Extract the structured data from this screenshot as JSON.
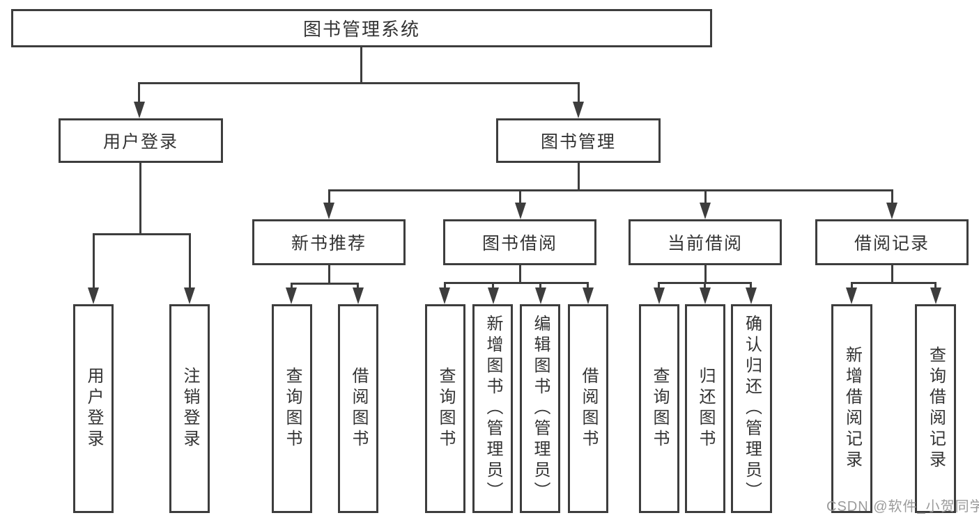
{
  "tree": {
    "root_label": "图书管理系统",
    "branches": [
      {
        "label": "用户登录",
        "children": [
          {
            "label": "用户登录"
          },
          {
            "label": "注销登录"
          }
        ]
      },
      {
        "label": "图书管理",
        "children": [
          {
            "label": "新书推荐",
            "children": [
              {
                "label": "查询图书"
              },
              {
                "label": "借阅图书"
              }
            ]
          },
          {
            "label": "图书借阅",
            "children": [
              {
                "label": "查询图书"
              },
              {
                "label": "新增图书（管理员）"
              },
              {
                "label": "编辑图书（管理员）"
              },
              {
                "label": "借阅图书"
              }
            ]
          },
          {
            "label": "当前借阅",
            "children": [
              {
                "label": "查询图书"
              },
              {
                "label": "归还图书"
              },
              {
                "label": "确认归还（管理员）"
              }
            ]
          },
          {
            "label": "借阅记录",
            "children": [
              {
                "label": "新增借阅记录"
              },
              {
                "label": "查询借阅记录"
              }
            ]
          }
        ]
      }
    ]
  },
  "watermark": {
    "text": "CSDN @软件_小贺同学"
  },
  "colors": {
    "line": "#3d3d3d",
    "text": "#333333",
    "watermark": "#9b9b9b",
    "background": "#ffffff"
  }
}
